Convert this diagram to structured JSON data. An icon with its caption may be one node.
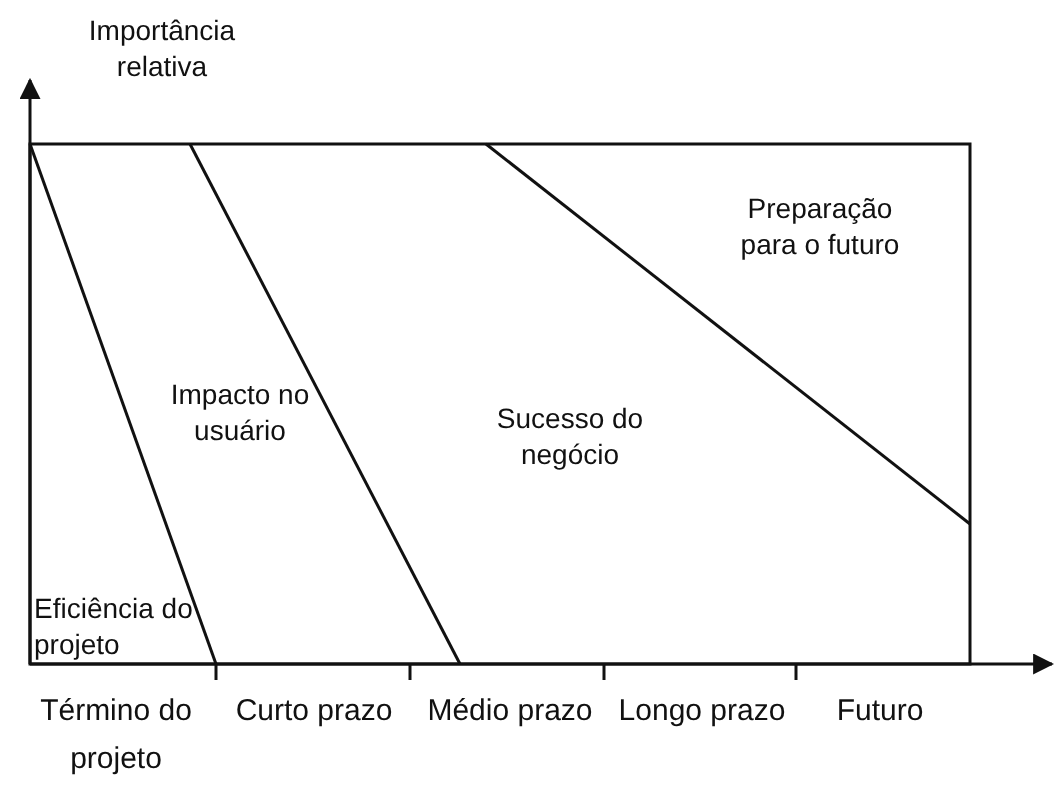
{
  "diagram": {
    "labels": [
      "Importância relativa",
      "Preparação para o futuro",
      "Impacto no usuário",
      "Sucesso do negócio",
      "Eficiência do projeto",
      "Término do projeto",
      "Curto prazo",
      "Médio prazo",
      "Longo prazo",
      "Futuro"
    ]
  }
}
